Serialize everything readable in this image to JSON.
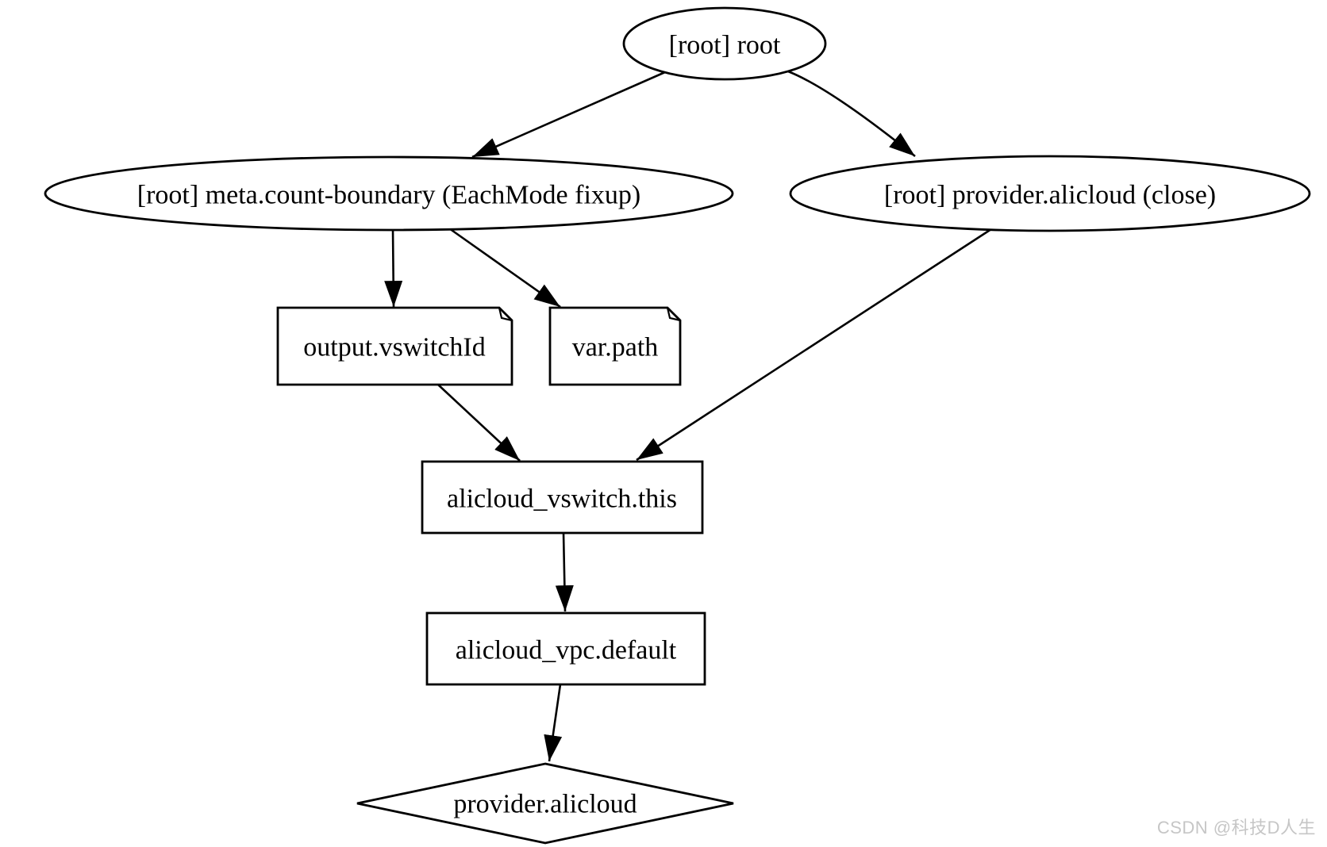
{
  "diagram": {
    "type": "directed-graph",
    "description": "Terraform dependency graph rendered by Graphviz",
    "nodes": [
      {
        "id": "root",
        "shape": "ellipse",
        "label": "[root] root"
      },
      {
        "id": "meta_count_boundary",
        "shape": "ellipse",
        "label": "[root] meta.count-boundary (EachMode fixup)"
      },
      {
        "id": "provider_alicloud_close",
        "shape": "ellipse",
        "label": "[root] provider.alicloud (close)"
      },
      {
        "id": "output_vswitchId",
        "shape": "note",
        "label": "output.vswitchId"
      },
      {
        "id": "var_path",
        "shape": "note",
        "label": "var.path"
      },
      {
        "id": "alicloud_vswitch_this",
        "shape": "box",
        "label": "alicloud_vswitch.this"
      },
      {
        "id": "alicloud_vpc_default",
        "shape": "box",
        "label": "alicloud_vpc.default"
      },
      {
        "id": "provider_alicloud",
        "shape": "diamond",
        "label": "provider.alicloud"
      }
    ],
    "edges": [
      {
        "from": "root",
        "to": "meta_count_boundary"
      },
      {
        "from": "root",
        "to": "provider_alicloud_close"
      },
      {
        "from": "meta_count_boundary",
        "to": "output_vswitchId"
      },
      {
        "from": "meta_count_boundary",
        "to": "var_path"
      },
      {
        "from": "output_vswitchId",
        "to": "alicloud_vswitch_this"
      },
      {
        "from": "provider_alicloud_close",
        "to": "alicloud_vswitch_this"
      },
      {
        "from": "alicloud_vswitch_this",
        "to": "alicloud_vpc_default"
      },
      {
        "from": "alicloud_vpc_default",
        "to": "provider_alicloud"
      }
    ],
    "colors": {
      "node_stroke": "#000000",
      "node_fill": "#ffffff",
      "edge": "#000000",
      "background": "#ffffff"
    }
  },
  "watermark": {
    "text": "CSDN @科技D人生",
    "color": "#c6c6c6"
  }
}
